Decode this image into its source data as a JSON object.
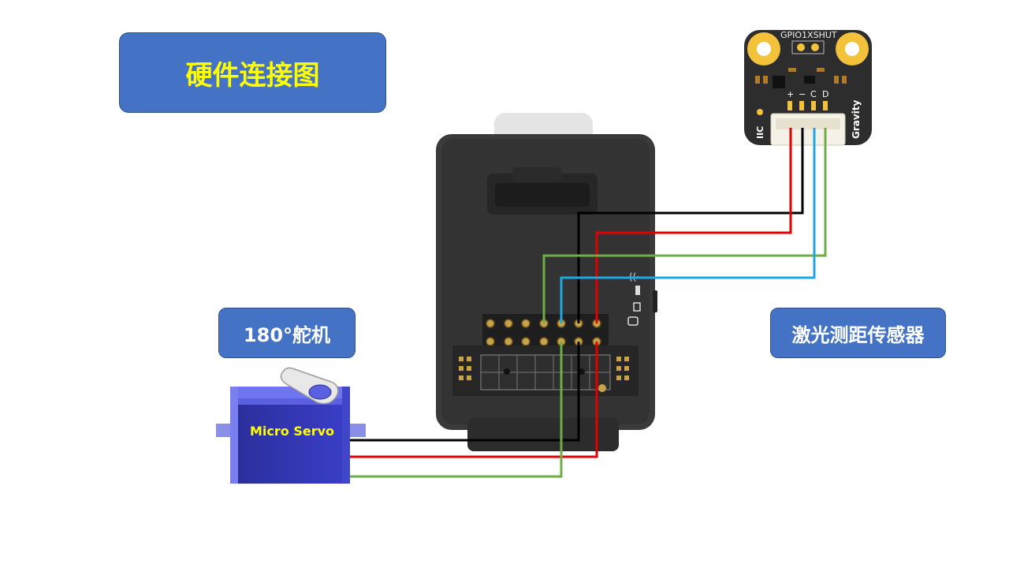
{
  "title": "硬件连接图",
  "servo_label": "180°舵机",
  "sensor_label": "激光测距传感器",
  "servo_text": "Micro Servo",
  "sensor_board": {
    "header_label": "GPIO1XSHUT",
    "pin_plus": "+",
    "pin_minus": "−",
    "pin_c": "C",
    "pin_d": "D",
    "brand": "Gravity",
    "bus": "IIC"
  },
  "colors": {
    "label_box": "#4472c4",
    "title_text": "#ffff00",
    "wire_black": "#000000",
    "wire_red": "#e00000",
    "wire_green": "#70ad47",
    "wire_blue": "#1ea7e0"
  },
  "icons": [
    "controller-module-icon",
    "micro-servo-icon",
    "laser-sensor-board-icon"
  ]
}
